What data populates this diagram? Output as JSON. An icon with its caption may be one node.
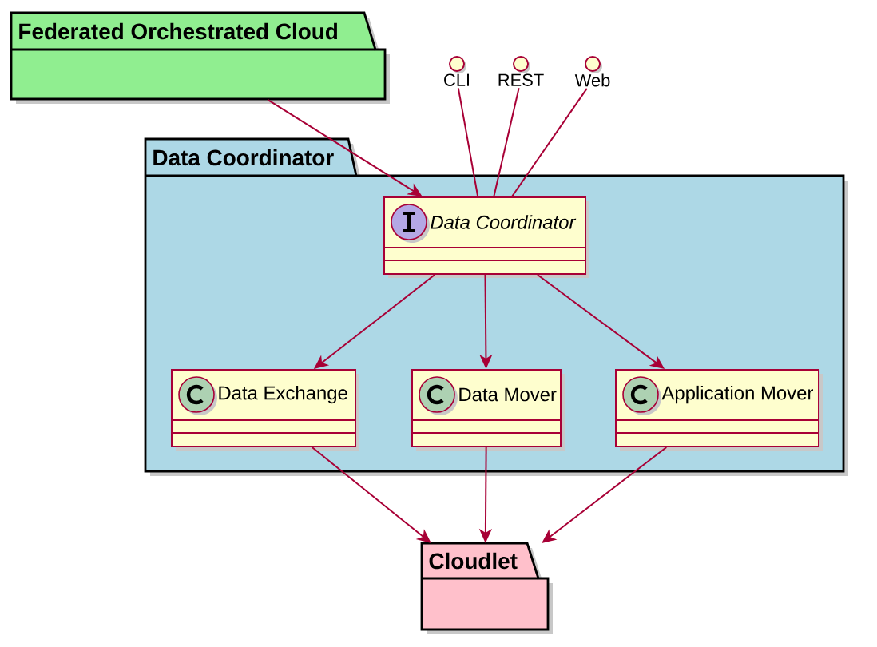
{
  "diagram": {
    "nodes": [
      {
        "text": [
          "Federated Orchestrated Cloud"
        ]
      },
      {
        "text": [
          "CLI"
        ]
      },
      {
        "text": [
          "REST"
        ]
      },
      {
        "text": [
          "Web"
        ]
      },
      {
        "text": [
          "Data Coordinator"
        ]
      },
      {
        "text": [
          "Data Coordinator"
        ],
        "in": 4
      },
      {
        "text": [
          "Data Exchange"
        ],
        "in": 4
      },
      {
        "text": [
          "Data Mover"
        ],
        "in": 4
      },
      {
        "text": [
          "Application Mover"
        ],
        "in": 4
      },
      {
        "text": [
          "Cloudlet"
        ]
      }
    ],
    "edges": [
      {
        "from": 0,
        "to": 5,
        "arrow": "to"
      },
      {
        "from": 1,
        "to": 5,
        "arrow": "none"
      },
      {
        "from": 2,
        "to": 5,
        "arrow": "none"
      },
      {
        "from": 3,
        "to": 5,
        "arrow": "none"
      },
      {
        "from": 5,
        "to": 6,
        "arrow": "to"
      },
      {
        "from": 5,
        "to": 7,
        "arrow": "to"
      },
      {
        "from": 5,
        "to": 8,
        "arrow": "to"
      },
      {
        "from": 6,
        "to": 9,
        "arrow": "to"
      },
      {
        "from": 7,
        "to": 9,
        "arrow": "to"
      },
      {
        "from": 8,
        "to": 9,
        "arrow": "to"
      }
    ]
  }
}
